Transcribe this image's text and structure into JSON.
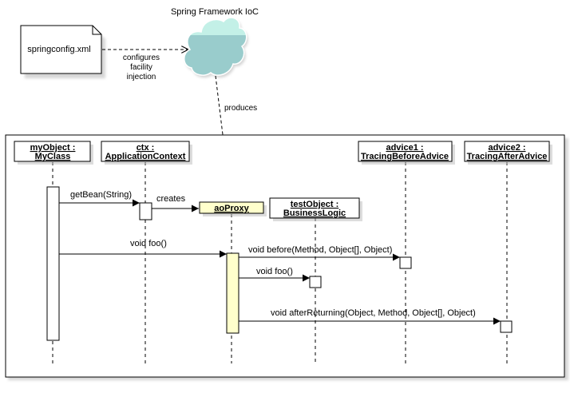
{
  "ioc_title": "Spring Framework IoC",
  "config_file": "springconfig.xml",
  "configures_note": [
    "configures",
    "facility",
    "injection"
  ],
  "produces_label": "produces",
  "lifelines": {
    "myobject": [
      "myObject :",
      "MyClass"
    ],
    "ctx": [
      "ctx :",
      "ApplicationContext"
    ],
    "aoproxy": "aoProxy",
    "testobject": [
      "testObject :",
      "BusinessLogic"
    ],
    "advice1": [
      "advice1 :",
      "TracingBeforeAdvice"
    ],
    "advice2": [
      "advice2 :",
      "TracingAfterAdvice"
    ]
  },
  "messages": {
    "get_bean": "getBean(String)",
    "creates": "creates",
    "void_foo_1": "void foo()",
    "before": "void before(Method, Object[], Object)",
    "void_foo_2": "void foo()",
    "after_returning": "void afterReturning(Object, Method, Object[], Object)"
  },
  "colors": {
    "cloud_top": "#c3f0e7",
    "cloud_body": "#99cccc",
    "proxy_fill": "#ffffcc",
    "activation_fill": "#ffffcc"
  }
}
